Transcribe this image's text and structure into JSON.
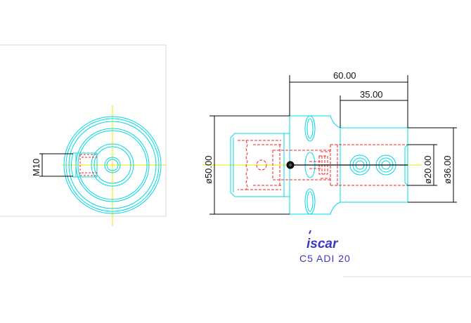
{
  "drawing": {
    "dimensions": {
      "overall_length": "60.00",
      "shank_length": "35.00",
      "flange_diameter": "ø50.00",
      "bore_diameter": "ø20.00",
      "shank_diameter": "ø36.00",
      "thread": "M10"
    },
    "logo_text": "iscar",
    "part_code": "C5 ADI 20",
    "colors": {
      "outline": "#00d8e8",
      "hidden": "#ff2020",
      "centerline": "#e8e800",
      "dimension": "#000000",
      "brand": "#3a37c8"
    }
  }
}
